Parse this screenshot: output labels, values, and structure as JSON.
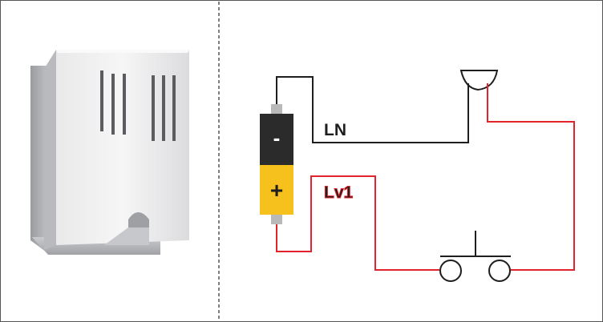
{
  "diagram": {
    "labels": {
      "neutral_wire": "LN",
      "live_wire": "Lv1"
    },
    "battery": {
      "negative_symbol": "-",
      "positive_symbol": "+",
      "negative_color": "#2b2b2b",
      "positive_color": "#f7c11d"
    },
    "colors": {
      "neutral_wire": "#1e1e1e",
      "live_wire": "#e3232b",
      "divider": "#555555",
      "frame": "#555555"
    },
    "components": [
      "battery",
      "bell",
      "push-button",
      "bell-housing-photo"
    ]
  }
}
